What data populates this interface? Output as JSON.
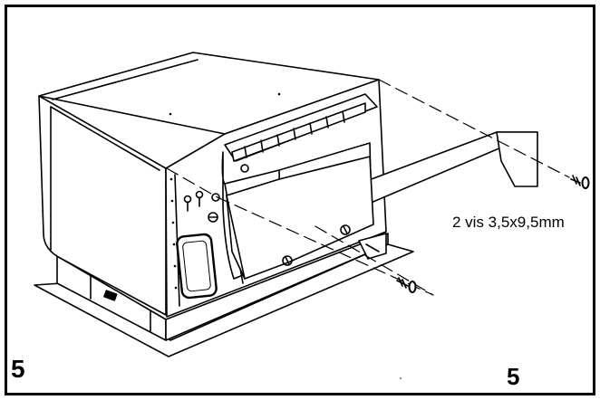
{
  "labels": {
    "step_number_left": "5",
    "step_number_right": "5",
    "screw_note": "2 vis 3,5x9,5mm"
  },
  "colors": {
    "line": "#000000",
    "background": "#ffffff"
  },
  "icons": {
    "screw_right": "screw-icon",
    "screw_bottom": "screw-icon"
  }
}
